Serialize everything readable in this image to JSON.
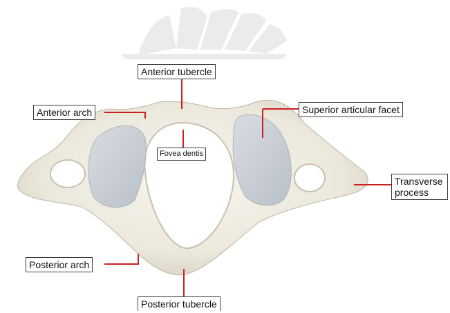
{
  "colors": {
    "leader_line": "#cc1f1f",
    "bone_light": "#f1efe6",
    "bone_shadow": "#cfcabb",
    "facet": "#c9cfd6",
    "label_border": "#3a3a3a",
    "watermark": "#c8c8c8"
  },
  "watermark": {
    "icon": "university-seal-icon"
  },
  "labels": {
    "anterior_tubercle": "Anterior tubercle",
    "anterior_arch": "Anterior arch",
    "superior_articular_facet": "Superior articular facet",
    "fovea_dentis": "Fovea dentis",
    "transverse_process_line1": "Transverse",
    "transverse_process_line2": "process",
    "posterior_arch": "Posterior arch",
    "posterior_tubercle": "Posterior tubercle"
  }
}
